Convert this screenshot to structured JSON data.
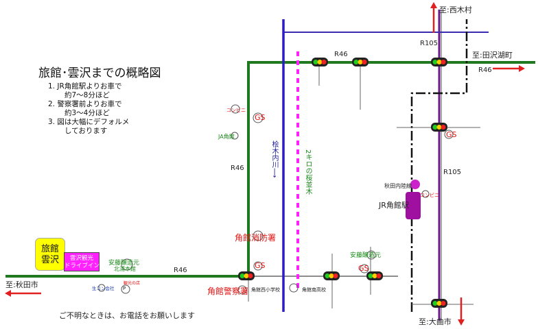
{
  "map": {
    "title": "旅館･雲沢までの概略図",
    "notes": [
      {
        "num": "1.",
        "line1": "JR角館駅よりお車で",
        "line2": "約7～8分ほど"
      },
      {
        "num": "2.",
        "line1": "警察署前よりお車で",
        "line2": "約3～4分ほど"
      },
      {
        "num": "3.",
        "line1": "図は大幅にデフォルメ",
        "line2": "しております"
      }
    ],
    "footer": "ご不明なときは、お電話をお願いします",
    "destinations": {
      "nishikimura": "至:西木村",
      "tazawako": "至:田沢湖町",
      "akita": "至:秋田市",
      "omagari": "至:大曲市"
    },
    "roads": {
      "r46_top": "R46",
      "r46_right": "R46",
      "r46_left": "R46",
      "r46_bottom": "R46",
      "r105_top": "R105",
      "r105_mid": "R105"
    },
    "river": "桧木内川",
    "river_arrow": "⟶",
    "sakura": "2キロの桜並木",
    "places": {
      "ryokan_line1": "旅館",
      "ryokan_line2": "雲沢",
      "drivein_line1": "雲沢観光",
      "drivein_line2": "ドライブイン",
      "station": "JR角館駅",
      "akita_nairiku": "秋田内陸線",
      "fire_station": "角館消防署",
      "police": "角館警察署",
      "ja": "JA角館",
      "conveni_left": "コンビニ",
      "conveni_right": "コンビニ",
      "gs": "GS",
      "ando_left_1": "安藤醸造元",
      "ando_left_2": "北浦本館",
      "ando_right": "安藤醸造元",
      "school_left": "角館西小学校",
      "school_right": "角館南高校",
      "seikon": "生コン会社",
      "kanko_store": "観光の店",
      "p_mark": "P"
    },
    "colors": {
      "r46": "#1f7a1f",
      "r105": "#6a1a8a",
      "river": "#2a1ad0",
      "sakura": "#ff22ff",
      "arrow": "#e02020",
      "rail": "#111111"
    }
  }
}
